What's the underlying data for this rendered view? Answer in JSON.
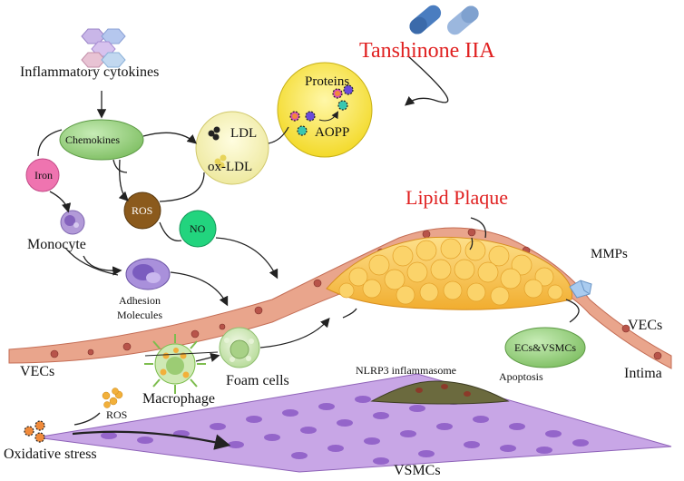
{
  "labels": {
    "inflammatory_cytokines": "Inflammatory cytokines",
    "chemokines": "Chemokines",
    "iron": "Iron",
    "monocyte": "Monocyte",
    "ros_top": "ROS",
    "no": "NO",
    "ldl": "LDL",
    "ox_ldl": "ox-LDL",
    "proteins": "Proteins",
    "aopp": "AOPP",
    "tanshinone": "Tanshinone IIA",
    "lipid_plaque": "Lipid Plaque",
    "mmps": "MMPs",
    "adhesion": "Adhesion",
    "molecules": "Molecules",
    "vecs_left": "VECs",
    "vecs_right": "VECs",
    "foam_cells": "Foam cells",
    "macrophage": "Macrophage",
    "ecs_vsmcs": "ECs&VSMCs",
    "apoptosis": "Apoptosis",
    "nlrp3": "NLRP3 inflammasome",
    "intima": "Intima",
    "ros_bottom": "ROS",
    "oxidative_stress": "Oxidative stress",
    "vsmcs": "VSMCs"
  },
  "colors": {
    "title_red": "#e02020",
    "chemokines_fill": "#8ec77a",
    "iron_fill": "#ec6aa8",
    "ros_fill": "#8b5a1c",
    "no_fill": "#22d47e",
    "ldl_fill": "#f6f3b0",
    "proteins_fill": "#f5e94a",
    "ecs_fill": "#a8dd8a",
    "plaque_fill": "#f5c24a",
    "vessel_fill": "#e9a58c",
    "vsmc_fill": "#b58ad6"
  },
  "icons": [
    "pill-capsule-icon",
    "cytokine-cluster-icon",
    "monocyte-cell-icon",
    "adhesion-molecule-icon",
    "macrophage-cell-icon",
    "foam-cell-icon",
    "ros-particles-icon",
    "oxidative-stress-particles-icon",
    "nlrp3-cell-icon",
    "mmps-crystal-icon"
  ]
}
